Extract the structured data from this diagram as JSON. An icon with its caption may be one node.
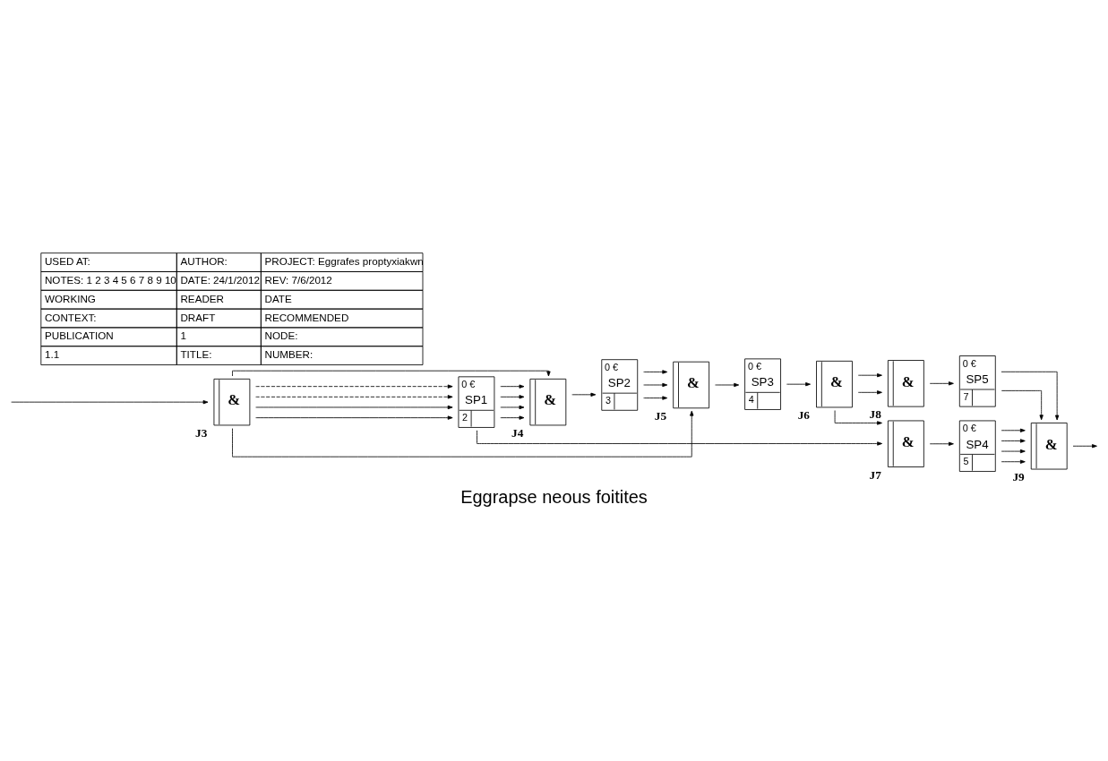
{
  "diagram": {
    "title": "Eggrapse neous foitites",
    "nodes": [
      {
        "text": [
          "&"
        ],
        "beside": [
          "J3"
        ]
      },
      {
        "text": [
          "0 €",
          "SP1",
          "2"
        ]
      },
      {
        "text": [
          "&"
        ],
        "beside": [
          "J4"
        ]
      },
      {
        "text": [
          "0 €",
          "SP2",
          "3"
        ]
      },
      {
        "text": [
          "&"
        ],
        "beside": [
          "J5"
        ]
      },
      {
        "text": [
          "0 €",
          "SP3",
          "4"
        ]
      },
      {
        "text": [
          "&"
        ],
        "beside": [
          "J6"
        ]
      },
      {
        "text": [
          "&"
        ],
        "beside": [
          "J8"
        ]
      },
      {
        "text": [
          "0 €",
          "SP5",
          "7"
        ]
      },
      {
        "text": [
          "&"
        ],
        "beside": [
          "J7"
        ]
      },
      {
        "text": [
          "0 €",
          "SP4",
          "5"
        ]
      },
      {
        "text": [
          "&"
        ],
        "beside": [
          "J9"
        ]
      }
    ],
    "edges": [
      {
        "from": null,
        "to": 0,
        "arrow": "to"
      },
      {
        "from": 0,
        "to": 1,
        "arrow": "to"
      },
      {
        "from": 0,
        "to": 1,
        "arrow": "to"
      },
      {
        "from": 0,
        "to": 1,
        "arrow": "to",
        "style": "dashed"
      },
      {
        "from": 0,
        "to": 1,
        "arrow": "to",
        "style": "dashed"
      },
      {
        "from": 1,
        "to": 2,
        "arrow": "to"
      },
      {
        "from": 1,
        "to": 2,
        "arrow": "to"
      },
      {
        "from": 1,
        "to": 2,
        "arrow": "to"
      },
      {
        "from": 1,
        "to": 2,
        "arrow": "to"
      },
      {
        "from": 0,
        "to": 2,
        "arrow": "to"
      },
      {
        "from": 0,
        "to": 4,
        "arrow": "to"
      },
      {
        "from": 1,
        "to": 9,
        "arrow": "to"
      },
      {
        "from": 2,
        "to": 3,
        "arrow": "to"
      },
      {
        "from": 3,
        "to": 4,
        "arrow": "to"
      },
      {
        "from": 3,
        "to": 4,
        "arrow": "to"
      },
      {
        "from": 3,
        "to": 4,
        "arrow": "to"
      },
      {
        "from": 4,
        "to": 5,
        "arrow": "to"
      },
      {
        "from": 5,
        "to": 6,
        "arrow": "to"
      },
      {
        "from": 6,
        "to": 7,
        "arrow": "to"
      },
      {
        "from": 6,
        "to": 7,
        "arrow": "to"
      },
      {
        "from": 6,
        "to": 9,
        "arrow": "to"
      },
      {
        "from": 7,
        "to": 8,
        "arrow": "to"
      },
      {
        "from": 9,
        "to": 10,
        "arrow": "to"
      },
      {
        "from": 8,
        "to": 11,
        "arrow": "to"
      },
      {
        "from": 8,
        "to": 11,
        "arrow": "to"
      },
      {
        "from": 10,
        "to": 11,
        "arrow": "to"
      },
      {
        "from": 10,
        "to": 11,
        "arrow": "to"
      },
      {
        "from": 10,
        "to": 11,
        "arrow": "to"
      },
      {
        "from": 10,
        "to": 11,
        "arrow": "to"
      },
      {
        "from": 11,
        "to": null,
        "arrow": "to"
      }
    ],
    "labels": [
      "USED AT:",
      "AUTHOR:",
      "PROJECT: Eggrafes proptyxiakwn",
      "NOTES: 1 2 3 4 5 6 7 8 9 10",
      "DATE: 24/1/2012",
      "REV: 7/6/2012",
      "WORKING",
      "READER",
      "DATE",
      "CONTEXT:",
      "DRAFT",
      "RECOMMENDED",
      "PUBLICATION",
      "1",
      "NODE:",
      "1.1",
      "TITLE:",
      "NUMBER:"
    ]
  }
}
